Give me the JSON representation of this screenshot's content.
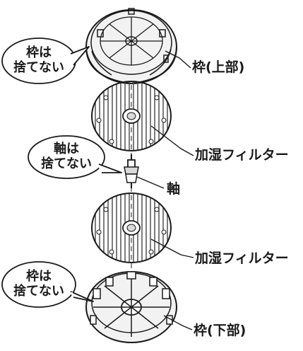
{
  "labels": {
    "frame_top": "枠(上部)",
    "filter_upper": "加湿フィルター",
    "shaft": "軸",
    "filter_lower": "加湿フィルター",
    "frame_bottom": "枠(下部)"
  },
  "bubbles": {
    "frame_top": {
      "line1": "枠は",
      "line2": "捨てない"
    },
    "shaft": {
      "line1": "軸は",
      "line2": "捨てない"
    },
    "frame_bottom": {
      "line1": "枠は",
      "line2": "捨てない"
    }
  },
  "colors": {
    "ink": "#1a1a1a",
    "filter_fill": "#d9d9d9",
    "frame_fill": "#f2f2f2"
  }
}
